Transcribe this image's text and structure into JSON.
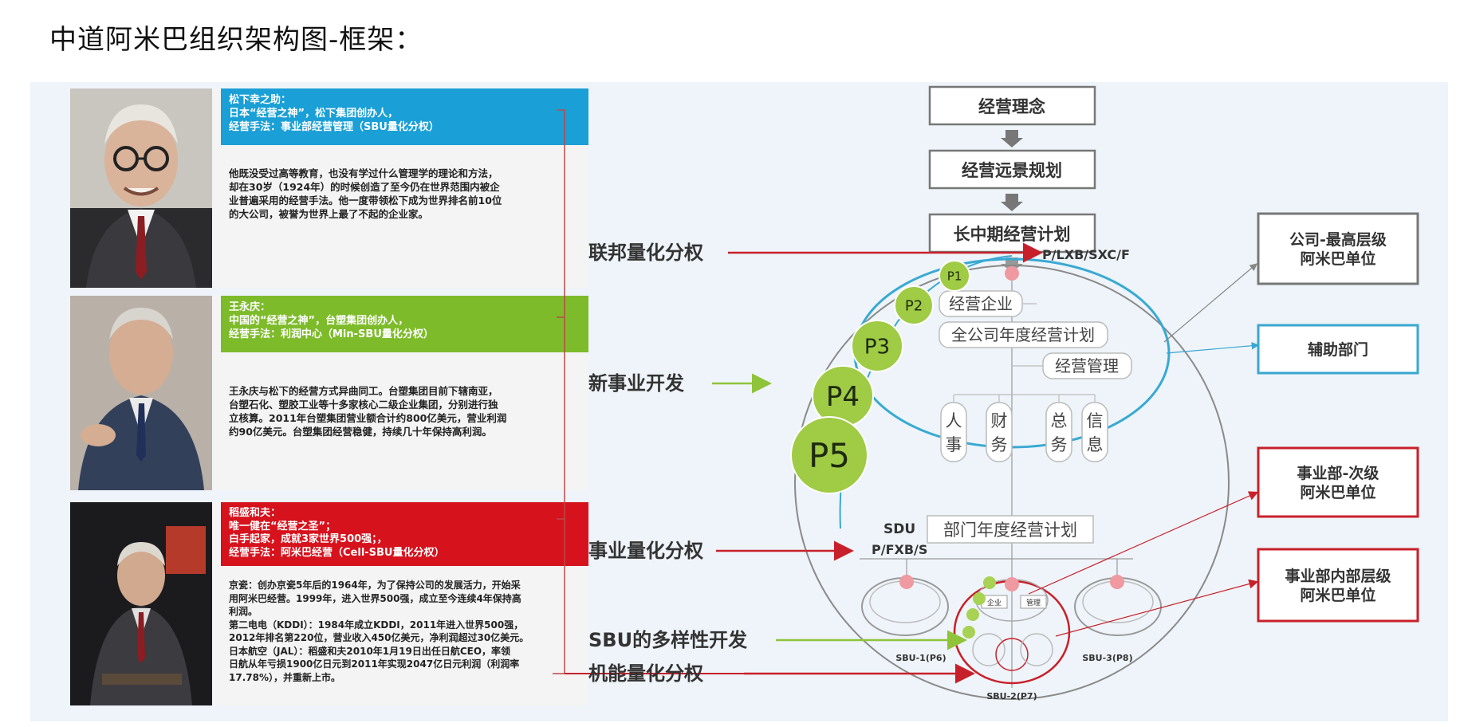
{
  "title": "中道阿米巴组织架构图-框架：",
  "cards": [
    {
      "banner": [
        "松下幸之助：",
        "日本“经营之神”，松下集团创办人，",
        "经营手法：事业部经营管理（SBU量化分权）"
      ],
      "body": [
        "他既没受过高等教育，也没有学过什么管理学的理论和方法，",
        "却在30岁（1924年）的时候创造了至今仍在世界范围内被企",
        "业普遍采用的经营手法。他一度带领松下成为世界排名前10位",
        "的大公司，被誉为世界上最了不起的企业家。"
      ],
      "color": "#1a9fd6"
    },
    {
      "banner": [
        "王永庆：",
        "中国的“经营之神”，台塑集团创办人，",
        "经营手法：利润中心（Min-SBU量化分权）"
      ],
      "body": [
        "王永庆与松下的经营方式异曲同工。台塑集团目前下辖南亚，",
        "台塑石化、塑胶工业等十多家核心二级企业集团，分别进行独",
        "立核算。2011年台塑集团营业额合计约800亿美元，营业利润",
        "约90亿美元。台塑集团经营稳健，持续几十年保持高利润。"
      ],
      "color": "#7dbb2a"
    },
    {
      "banner": [
        "稻盛和夫：",
        "唯一健在“经营之圣”；",
        "白手起家，成就3家世界500强；，",
        "经营手法：阿米巴经营（Cell-SBU量化分权）"
      ],
      "body": [
        "京瓷：创办京瓷5年后的1964年，为了保持公司的发展活力，开始采",
        "用阿米巴经营。1999年，进入世界500强，成立至今连续4年保持高",
        "利润。",
        "第二电电（KDDI）：1984年成立KDDI，2011年进入世界500强，",
        "2012年排名第220位，营业收入450亿美元，净利润超过30亿美元。",
        "日本航空（JAL）：稻盛和夫2010年1月19日出任日航CEO，率领",
        "日航从年亏损1900亿日元到2011年实现2047亿日元利润（利润率",
        "17.78%），并重新上市。"
      ],
      "color": "#d6121d"
    }
  ],
  "flow": [
    "经营理念",
    "经营远景规划",
    "长中期经营计划"
  ],
  "left_labels": [
    "联邦量化分权",
    "新事业开发",
    "事业量化分权",
    "SBU的多样性开发",
    "机能量化分权"
  ],
  "codes": {
    "top": "P/LXB/SXC/F",
    "mid": "P/FXB/S",
    "sdu": "SDU"
  },
  "p_circles": [
    "P1",
    "P2",
    "P3",
    "P4",
    "P5"
  ],
  "ellipse_items": [
    "经营企业",
    "全公司年度经营计划",
    "经营管理"
  ],
  "depts": [
    [
      "人",
      "事"
    ],
    [
      "财",
      "务"
    ],
    [
      "总",
      "务"
    ],
    [
      "信",
      "息"
    ]
  ],
  "dept_plan": "部门年度经营计划",
  "sbu": [
    "SBU-1(P6)",
    "SBU-2(P7)",
    "SBU-3(P8)"
  ],
  "small_tags": [
    "企业",
    "管理"
  ],
  "right_boxes": [
    {
      "lines": [
        "公司-最高层级",
        "阿米巴单位"
      ],
      "color": "#777777"
    },
    {
      "lines": [
        "辅助部门"
      ],
      "color": "#3aa7d0"
    },
    {
      "lines": [
        "事业部-次级",
        "阿米巴单位"
      ],
      "color": "#c8202a"
    },
    {
      "lines": [
        "事业部内部层级",
        "阿米巴单位"
      ],
      "color": "#c8202a"
    }
  ]
}
